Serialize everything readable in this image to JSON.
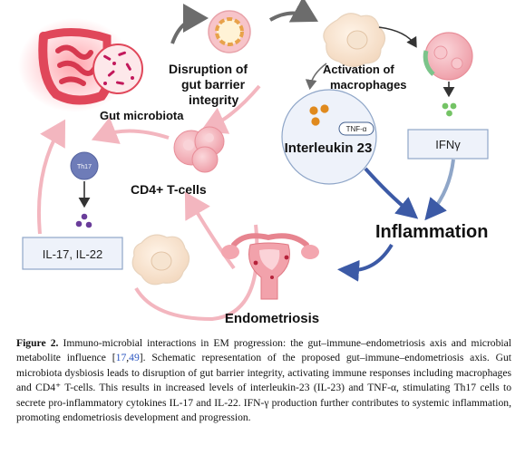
{
  "diagram": {
    "labels": {
      "gut_microbiota": "Gut microbiota",
      "barrier_line1": "Disruption of",
      "barrier_line2": "gut barrier",
      "barrier_line3": "integrity",
      "macro_line1": "Activation of",
      "macro_line2": "macrophages",
      "tnf": "TNF-α",
      "il23": "Interleukin 23",
      "ifn": "IFNγ",
      "cd4": "CD4+ T-cells",
      "th17": "Th17",
      "il17": "IL-17, IL-22",
      "inflammation": "Inflammation",
      "endometriosis": "Endometriosis"
    }
  },
  "caption": {
    "figure_label": "Figure 2.",
    "text_1": " Immuno-microbial interactions in EM progression: the gut–immune–endometriosis axis and microbial metabolite influence [",
    "ref_1": "17",
    "sep": ",",
    "ref_2": "49",
    "text_2": "]. Schematic representation of the proposed gut–immune–endometriosis axis. Gut microbiota dysbiosis leads to disruption of gut barrier integrity, activating immune responses including macrophages and CD4⁺ T-cells. This results in increased levels of interleukin-23 (IL-23) and TNF-α, stimulating Th17 cells to secrete pro-inflammatory cytokines IL-17 and IL-22. IFN-γ production further contributes to systemic inflammation, promoting endometriosis development and progression."
  },
  "colors": {
    "gut_red": "#e0475a",
    "grey_arrow": "#6c6c6c",
    "pink_arrow": "#f3b6bf",
    "blue_arrow": "#3c5aa6",
    "box_border": "#8fa6c8",
    "dot_green": "#74c365",
    "dot_purple": "#6a3d9a",
    "dot_orange": "#f0a330"
  }
}
